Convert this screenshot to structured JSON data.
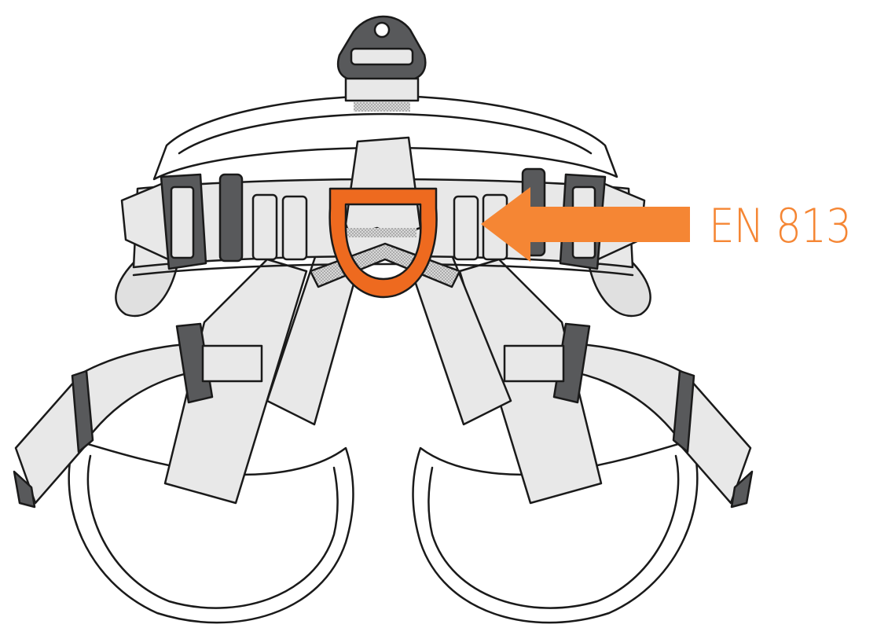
{
  "diagram": {
    "subject": "sit-harness",
    "callout": {
      "label": "EN 813",
      "points_to": "ventral-attachment-point",
      "arrow_direction": "left"
    }
  },
  "colors": {
    "accent": "#F58634",
    "ring": "#EE6A1F",
    "line": "#1a1a1a",
    "webbing": "#E8E8E8",
    "buckle": "#58595B",
    "background": "#FFFFFF"
  }
}
